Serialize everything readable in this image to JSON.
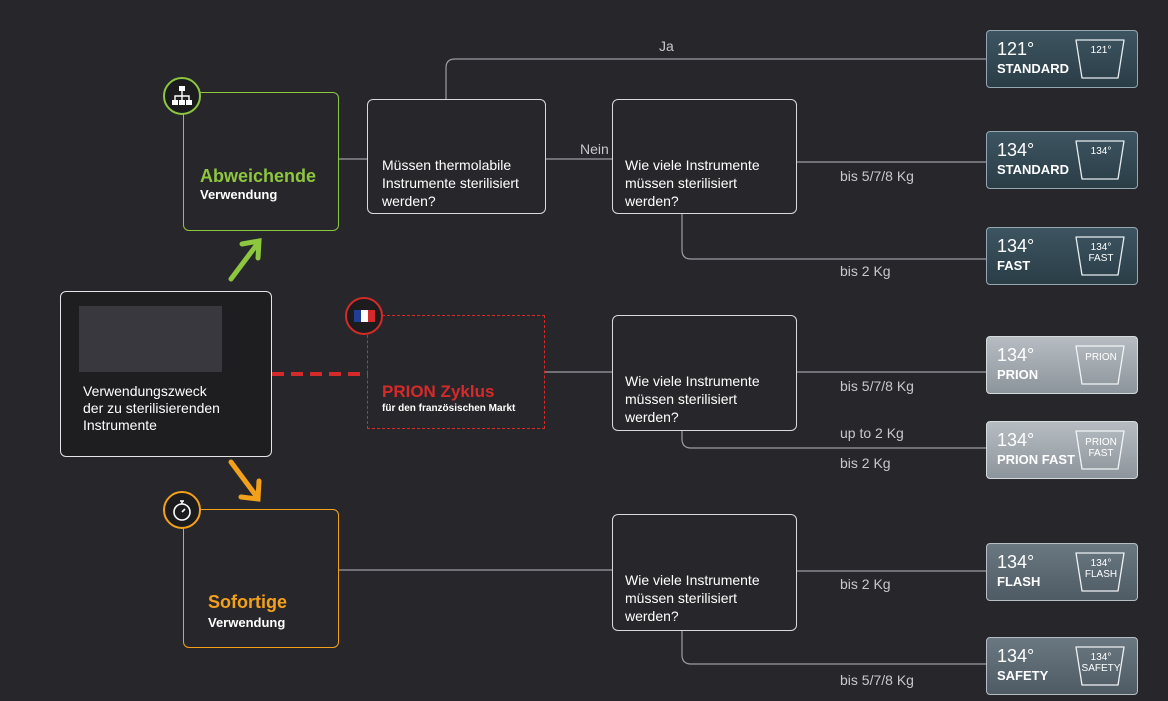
{
  "start": {
    "label_lines": [
      "Verwendungszweck",
      "der zu sterilisierenden",
      "Instrumente"
    ]
  },
  "categories": {
    "abweichende": {
      "title": "Abweichende",
      "subtitle": "Verwendung",
      "icon": "hierarchy-icon",
      "color": "#8dc63f"
    },
    "prion": {
      "title": "PRION Zyklus",
      "subtitle": "für den französischen Markt",
      "icon": "france-flag-icon",
      "color": "#d42a2a"
    },
    "sofortige": {
      "title": "Sofortige",
      "subtitle": "Verwendung",
      "icon": "stopwatch-icon",
      "color": "#f3a11b"
    }
  },
  "questions": {
    "thermolabile": [
      "Müssen thermolabile",
      "Instrumente sterilisiert",
      "werden?"
    ],
    "anzahl_1": [
      "Wie viele Instrumente",
      "müssen sterilisiert",
      "werden?"
    ],
    "anzahl_2": [
      "Wie viele Instrumente",
      "müssen sterilisiert",
      "werden?"
    ],
    "anzahl_3": [
      "Wie viele Instrumente",
      "müssen sterilisiert",
      "werden?"
    ]
  },
  "edge_labels": {
    "ja": "Ja",
    "nein": "Nein",
    "bis_578_a": "bis 5/7/8 Kg",
    "bis_2_a": "bis 2 Kg",
    "bis_578_b": "bis 5/7/8 Kg",
    "up_to_2": "up to 2 Kg",
    "bis_2_b": "bis 2 Kg",
    "bis_2_c": "bis 2 Kg",
    "bis_578_c": "bis 5/7/8 Kg"
  },
  "results": [
    {
      "temp": "121°",
      "name": "STANDARD",
      "badge": [
        "121°"
      ],
      "style": "dark"
    },
    {
      "temp": "134°",
      "name": "STANDARD",
      "badge": [
        "134°"
      ],
      "style": "dark"
    },
    {
      "temp": "134°",
      "name": "FAST",
      "badge": [
        "134°",
        "FAST"
      ],
      "style": "dark"
    },
    {
      "temp": "134°",
      "name": "PRION",
      "badge": [
        "PRION"
      ],
      "style": "light"
    },
    {
      "temp": "134°",
      "name": "PRION FAST",
      "badge": [
        "PRION",
        "FAST"
      ],
      "style": "light"
    },
    {
      "temp": "134°",
      "name": "FLASH",
      "badge": [
        "134°",
        "FLASH"
      ],
      "style": "slate"
    },
    {
      "temp": "134°",
      "name": "SAFETY",
      "badge": [
        "134°",
        "SAFETY"
      ],
      "style": "slate"
    }
  ]
}
